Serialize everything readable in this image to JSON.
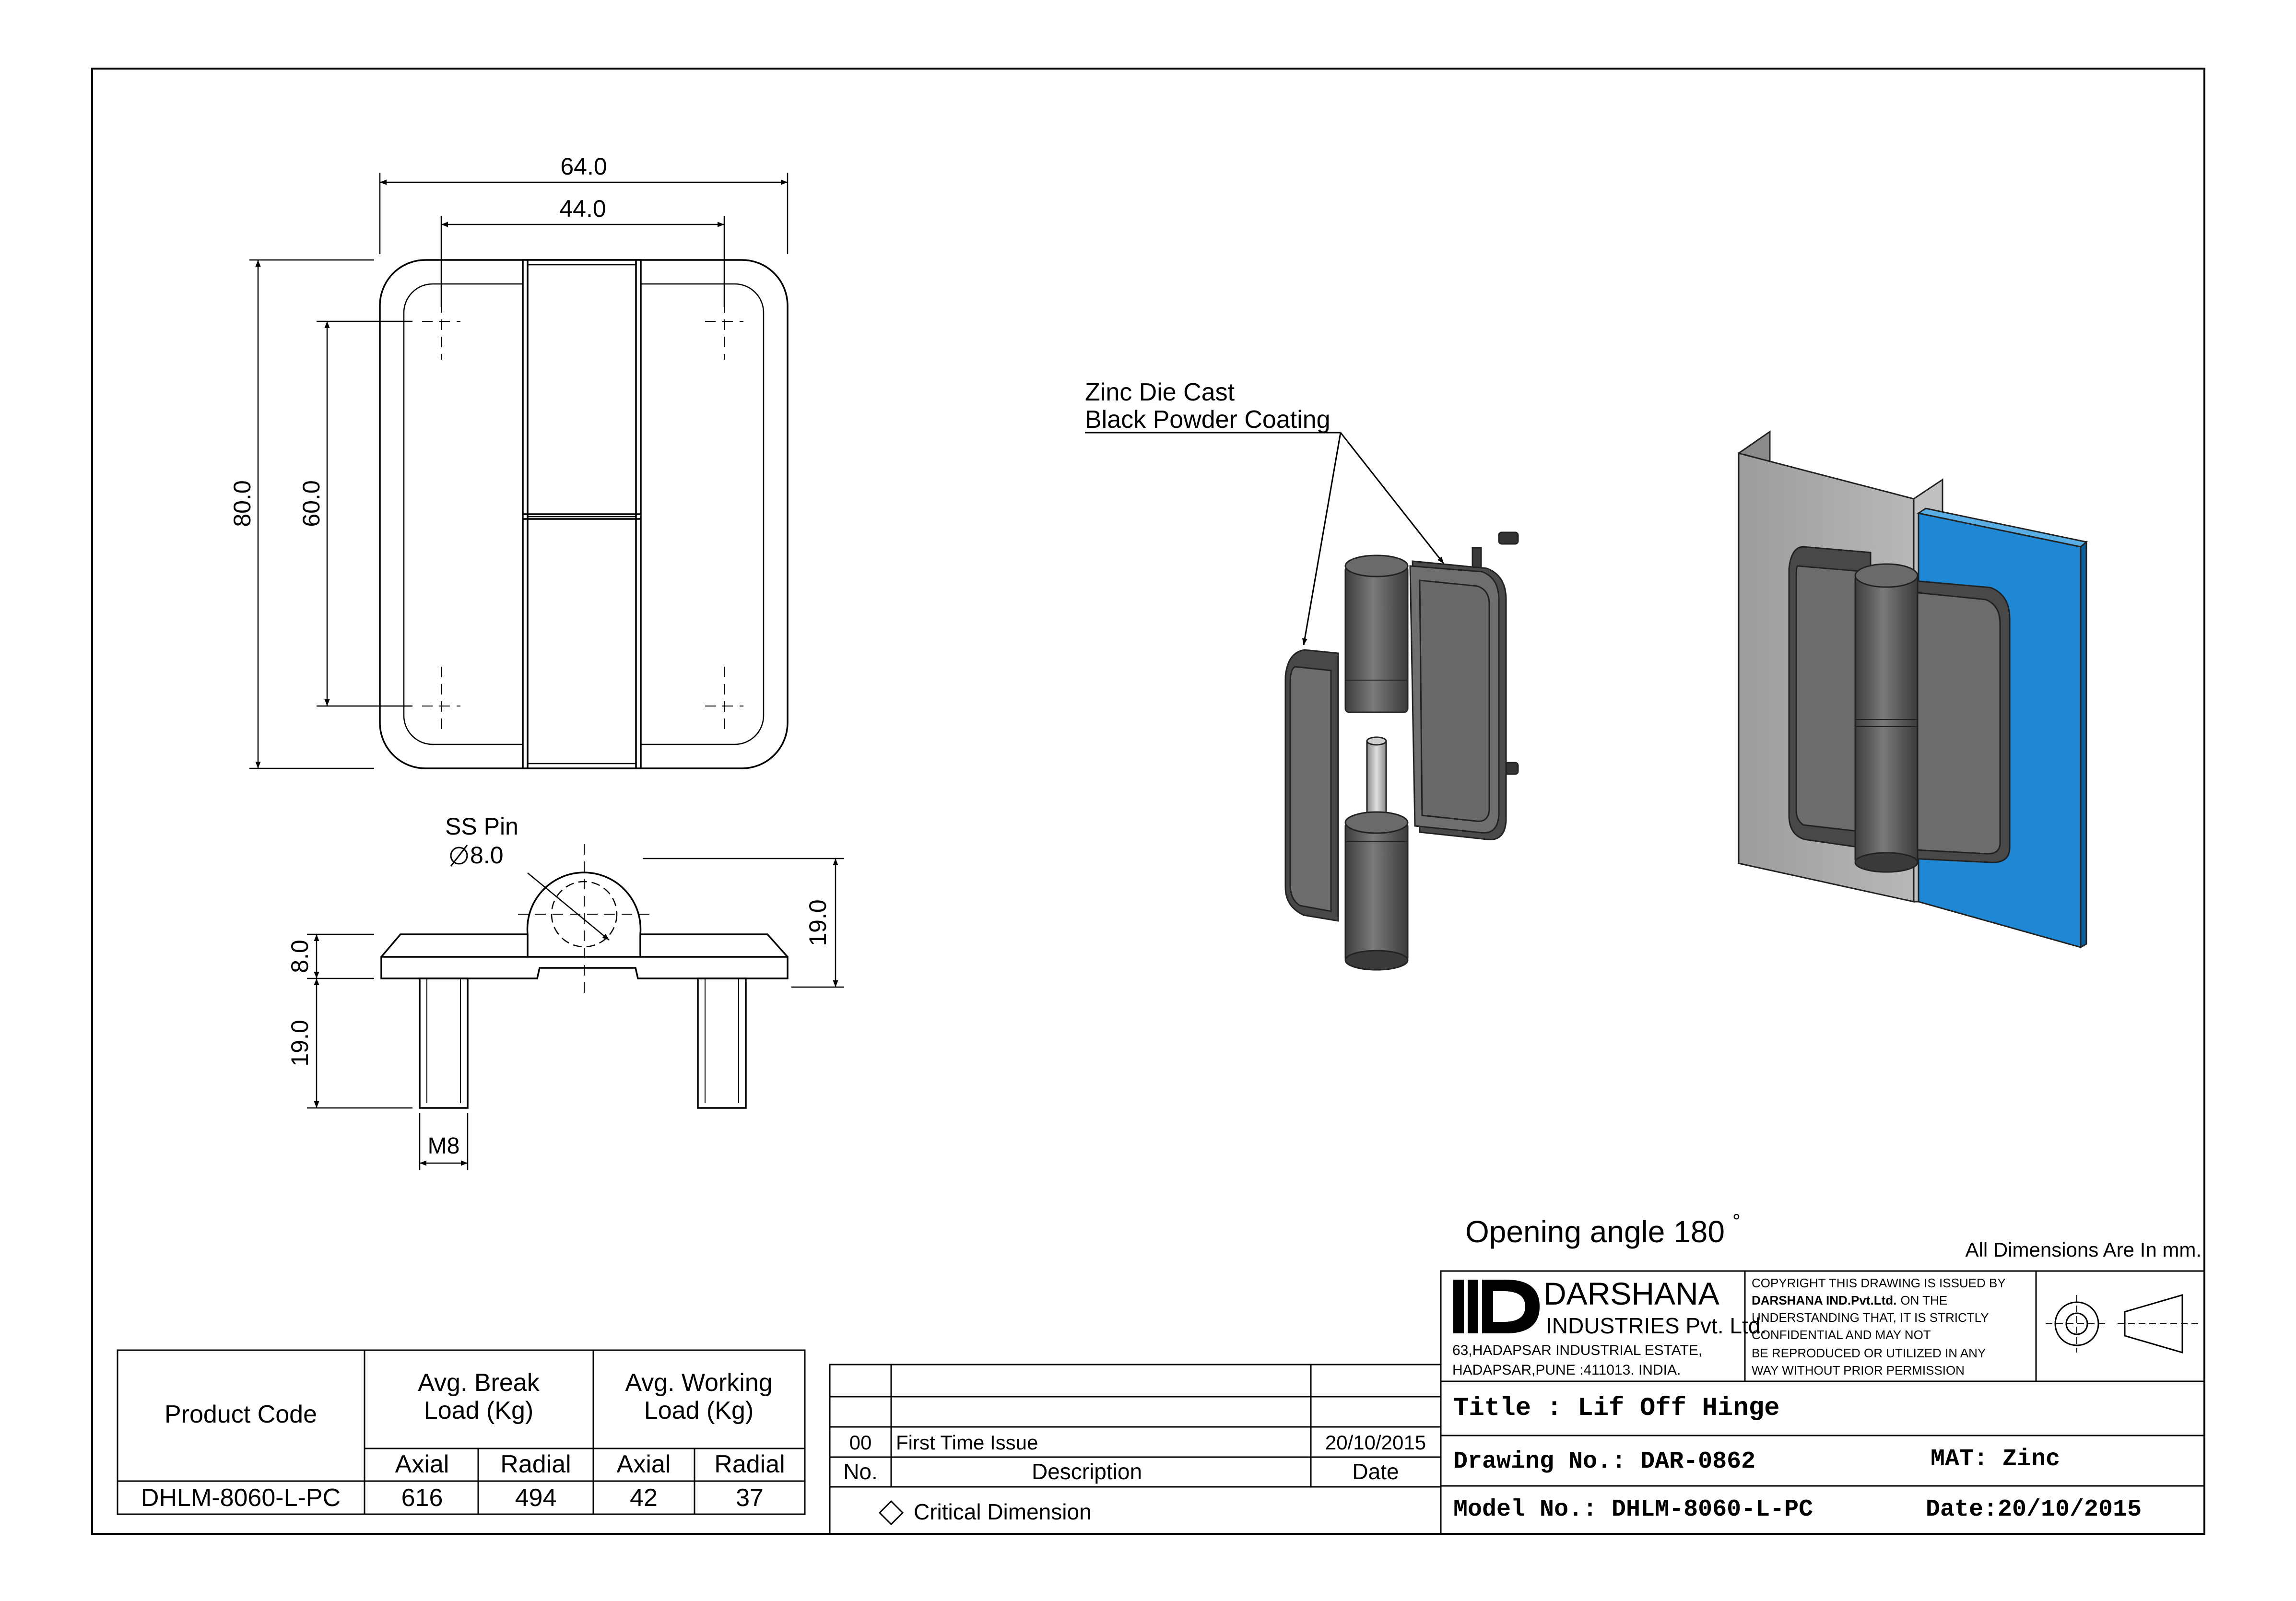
{
  "dimensions": {
    "width_64": "64.0",
    "width_44": "44.0",
    "height_80": "80.0",
    "height_60": "60.0",
    "pin_label": "SS Pin",
    "pin_dia": "8.0",
    "side_19_right": "19.0",
    "side_8": "8.0",
    "side_19_left": "19.0",
    "thread": "M8"
  },
  "callout": {
    "line1": "Zinc Die Cast",
    "line2": "Black Powder Coating"
  },
  "opening_angle": "Opening angle 180",
  "opening_degree": "°",
  "units_note": "All Dimensions Are In mm.",
  "load_table": {
    "header_product": "Product Code",
    "header_break": [
      "Avg. Break",
      "Load (Kg)"
    ],
    "header_working": [
      "Avg. Working",
      "Load (Kg)"
    ],
    "sub_axial": "Axial",
    "sub_radial": "Radial",
    "row": {
      "code": "DHLM-8060-L-PC",
      "break_axial": "616",
      "break_radial": "494",
      "working_axial": "42",
      "working_radial": "37"
    }
  },
  "revision_table": {
    "rev_no": "00",
    "rev_desc": "First Time Issue",
    "rev_date": "20/10/2015",
    "col_no": "No.",
    "col_desc": "Description",
    "col_date": "Date",
    "critical": "Critical Dimension"
  },
  "title_block": {
    "company": "DARSHANA",
    "company_sub": "INDUSTRIES Pvt. Ltd.",
    "address1": "63,HADAPSAR INDUSTRIAL ESTATE,",
    "address2": "HADAPSAR,PUNE :411013. INDIA.",
    "copyright": [
      "COPYRIGHT THIS DRAWING IS ISSUED BY",
      "DARSHANA IND.Pvt.Ltd.",
      "ON THE",
      "UNDERSTANDING THAT, IT IS STRICTLY",
      "CONFIDENTIAL AND MAY NOT",
      "BE REPRODUCED OR UTILIZED IN ANY",
      "WAY WITHOUT PRIOR PERMISSION"
    ],
    "title": "Title : Lif Off Hinge",
    "drawing_no": "Drawing No.: DAR-0862",
    "material": "MAT: Zinc",
    "model_no": "Model No.: DHLM-8060-L-PC",
    "date": "Date:20/10/2015"
  },
  "colors": {
    "line": "#000000",
    "hinge_dark": "#5a5a5a",
    "hinge_mid": "#6e6e6e",
    "plate_grey": "#a8a8a8",
    "glass_blue": "#1e88d4"
  }
}
